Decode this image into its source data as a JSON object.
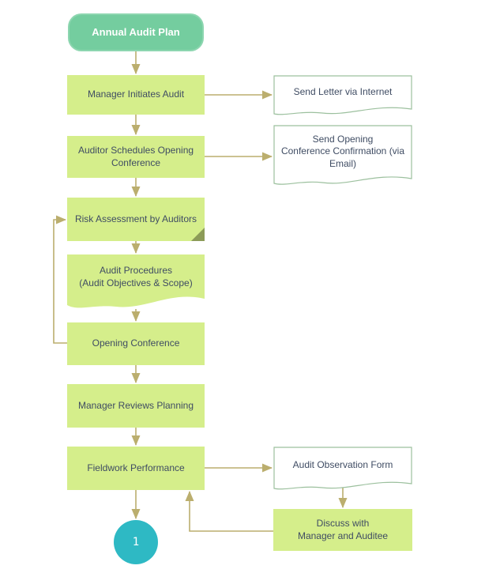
{
  "diagram_type": "flowchart",
  "colors": {
    "terminator_fill": "#74CD9F",
    "process_fill": "#D5EE8B",
    "text": "#3F4C63",
    "document_border": "#9CC09E",
    "document_fill": "#FFFFFF",
    "connector": "#BBAE6E",
    "folded_corner": "#8C9B58",
    "offpage_connector_fill": "#2EB9C4"
  },
  "nodes": {
    "annual_audit_plan": {
      "label": "Annual Audit Plan",
      "shape": "terminator"
    },
    "manager_initiates_audit": {
      "label": "Manager Initiates Audit",
      "shape": "process"
    },
    "send_letter_via_internet": {
      "label": "Send Letter via Internet",
      "shape": "document"
    },
    "auditor_schedules_opening_conference": {
      "label": "Auditor Schedules Opening\nConference",
      "shape": "process"
    },
    "send_opening_conference_confirmation": {
      "label": "Send Opening\nConference Confirmation (via\nEmail)",
      "shape": "document"
    },
    "risk_assessment_by_auditors": {
      "label": "Risk Assessment by Auditors",
      "shape": "process",
      "has_folded_corner": true
    },
    "audit_procedures": {
      "label": "Audit Procedures\n(Audit Objectives & Scope)",
      "shape": "document-green"
    },
    "opening_conference": {
      "label": "Opening Conference",
      "shape": "process"
    },
    "manager_reviews_planning": {
      "label": "Manager Reviews Planning",
      "shape": "process"
    },
    "fieldwork_performance": {
      "label": "Fieldwork Performance",
      "shape": "process"
    },
    "audit_observation_form": {
      "label": "Audit Observation Form",
      "shape": "document"
    },
    "discuss_with_manager_and_auditee": {
      "label": "Discuss with\nManager and Auditee",
      "shape": "process"
    },
    "offpage_connector_1": {
      "label": "1",
      "shape": "circle"
    }
  },
  "edges": [
    {
      "from": "annual_audit_plan",
      "to": "manager_initiates_audit"
    },
    {
      "from": "manager_initiates_audit",
      "to": "send_letter_via_internet"
    },
    {
      "from": "manager_initiates_audit",
      "to": "auditor_schedules_opening_conference"
    },
    {
      "from": "auditor_schedules_opening_conference",
      "to": "send_opening_conference_confirmation"
    },
    {
      "from": "auditor_schedules_opening_conference",
      "to": "risk_assessment_by_auditors"
    },
    {
      "from": "risk_assessment_by_auditors",
      "to": "audit_procedures"
    },
    {
      "from": "audit_procedures",
      "to": "opening_conference"
    },
    {
      "from": "opening_conference",
      "to": "risk_assessment_by_auditors"
    },
    {
      "from": "opening_conference",
      "to": "manager_reviews_planning"
    },
    {
      "from": "manager_reviews_planning",
      "to": "fieldwork_performance"
    },
    {
      "from": "fieldwork_performance",
      "to": "audit_observation_form"
    },
    {
      "from": "fieldwork_performance",
      "to": "offpage_connector_1"
    },
    {
      "from": "audit_observation_form",
      "to": "discuss_with_manager_and_auditee"
    },
    {
      "from": "discuss_with_manager_and_auditee",
      "to": "fieldwork_performance"
    }
  ]
}
